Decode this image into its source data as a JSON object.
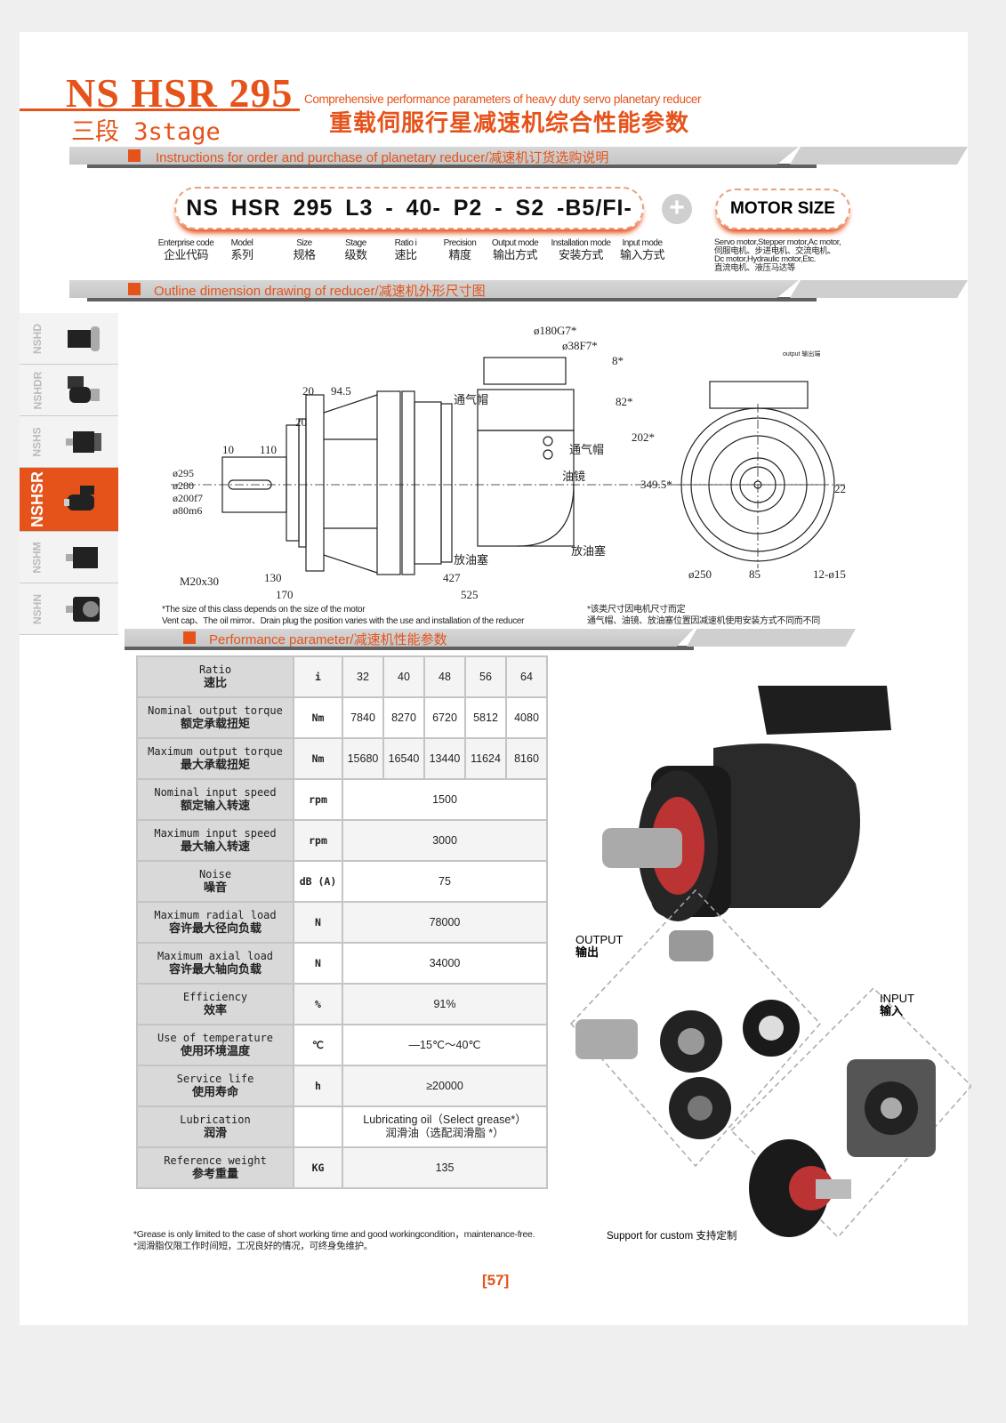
{
  "header": {
    "model": "NS HSR 295",
    "stage": "三段 3stage",
    "subtitle_en": "Comprehensive performance parameters of heavy duty servo planetary reducer",
    "subtitle_cn": "重载伺服行星减速机综合性能参数"
  },
  "sections": {
    "order": "Instructions for order and purchase of planetary reducer/减速机订货选购说明",
    "outline": "Outline dimension drawing of reducer/减速机外形尺寸图",
    "performance": "Performance parameter/减速机性能参数"
  },
  "order_code": {
    "code": "NS HSR 295 L3 - 40- P2 - S2 -B5/FI-",
    "plus": "+",
    "motor_size": "MOTOR SIZE",
    "parts": [
      {
        "en": "Enterprise code",
        "cn": "企业代码"
      },
      {
        "en": "Model",
        "cn": "系列"
      },
      {
        "en": "Size",
        "cn": "规格"
      },
      {
        "en": "Stage",
        "cn": "级数"
      },
      {
        "en": "Ratio i",
        "cn": "速比"
      },
      {
        "en": "Precision",
        "cn": "精度"
      },
      {
        "en": "Output mode",
        "cn": "输出方式"
      },
      {
        "en": "Installation mode",
        "cn": "安装方式"
      },
      {
        "en": "Input mode",
        "cn": "输入方式"
      }
    ],
    "motor_types": [
      "Servo motor,Stepper motor,Ac motor,",
      "伺服电机、步进电机、交流电机、",
      "Dc motor,Hydraulic motor,Etc.",
      "直流电机、液压马达等"
    ]
  },
  "side_tabs": [
    "NSHD",
    "NSHDR",
    "NSHS",
    "NSHSR",
    "NSHM",
    "NSHN"
  ],
  "side_active": "NSHSR",
  "drawing": {
    "dims": {
      "d180": "ø180G7*",
      "d38": "ø38F7*",
      "d8": "8*",
      "d82": "82*",
      "d202": "202*",
      "d3495": "349.5*",
      "d20a": "20",
      "d945": "94.5",
      "d20b": "20",
      "d10": "10",
      "d110": "110",
      "d295": "ø295",
      "d280": "ø280",
      "d200": "ø200f7",
      "d80": "ø80m6",
      "m20": "M20x30",
      "d130": "130",
      "d170": "170",
      "d427": "427",
      "d525": "525",
      "d250": "ø250",
      "d85": "85",
      "d12": "12-ø15",
      "d22": "22"
    },
    "labels": {
      "vent1": "通气帽",
      "vent2": "通气帽",
      "oil_mirror": "油镜",
      "drain1": "放油塞",
      "drain2": "放油塞",
      "output": "output 输出端"
    }
  },
  "notes": {
    "en1": "*The size of this class depends on the size of the motor",
    "en2": "Vent cap、The oil mirror、Drain plug the position varies with the use and installation of the reducer",
    "cn1": "*该类尺寸因电机尺寸而定",
    "cn2": "通气帽、油镜、放油塞位置因减速机使用安装方式不同而不同"
  },
  "table": {
    "ratio": {
      "en": "Ratio",
      "cn": "速比",
      "unit": "i",
      "values": [
        "32",
        "40",
        "48",
        "56",
        "64"
      ]
    },
    "torque_rows": [
      {
        "en": "Nominal output torque",
        "cn": "额定承载扭矩",
        "unit": "Nm",
        "values": [
          "7840",
          "8270",
          "6720",
          "5812",
          "4080"
        ]
      },
      {
        "en": "Maximum output torque",
        "cn": "最大承载扭矩",
        "unit": "Nm",
        "values": [
          "15680",
          "16540",
          "13440",
          "11624",
          "8160"
        ]
      }
    ],
    "rows": [
      {
        "en": "Nominal input speed",
        "cn": "额定输入转速",
        "unit": "rpm",
        "value": "1500"
      },
      {
        "en": "Maximum input speed",
        "cn": "最大输入转速",
        "unit": "rpm",
        "value": "3000"
      },
      {
        "en": "Noise",
        "cn": "噪音",
        "unit": "dB (A)",
        "value": "75"
      },
      {
        "en": "Maximum radial load",
        "cn": "容许最大径向负载",
        "unit": "N",
        "value": "78000"
      },
      {
        "en": "Maximum axial load",
        "cn": "容许最大轴向负载",
        "unit": "N",
        "value": "34000"
      },
      {
        "en": "Efficiency",
        "cn": "效率",
        "unit": "%",
        "value": "91%"
      },
      {
        "en": "Use of temperature",
        "cn": "使用环境温度",
        "unit": "℃",
        "value": "—15℃～40℃"
      },
      {
        "en": "Service life",
        "cn": "使用寿命",
        "unit": "h",
        "value": "≥20000"
      },
      {
        "en": "Lubrication",
        "cn": "润滑",
        "unit": "",
        "value": "Lubricating oil（Select grease*）",
        "value2": "润滑油（选配润滑脂 *）"
      },
      {
        "en": "Reference weight",
        "cn": "参考重量",
        "unit": "KG",
        "value": "135"
      }
    ]
  },
  "footnotes": {
    "en": "*Grease is only limited to the case of short working time and good workingcondition，maintenance-free.",
    "cn": "*润滑脂仅限工作时间短，工况良好的情况，可终身免维护。"
  },
  "product": {
    "output_en": "OUTPUT",
    "output_cn": "输出",
    "input_en": "INPUT",
    "input_cn": "输入",
    "custom": "Support for custom 支持定制"
  },
  "page_number": "[57]",
  "colors": {
    "accent": "#e5531b",
    "band": "#d0d0d0"
  }
}
